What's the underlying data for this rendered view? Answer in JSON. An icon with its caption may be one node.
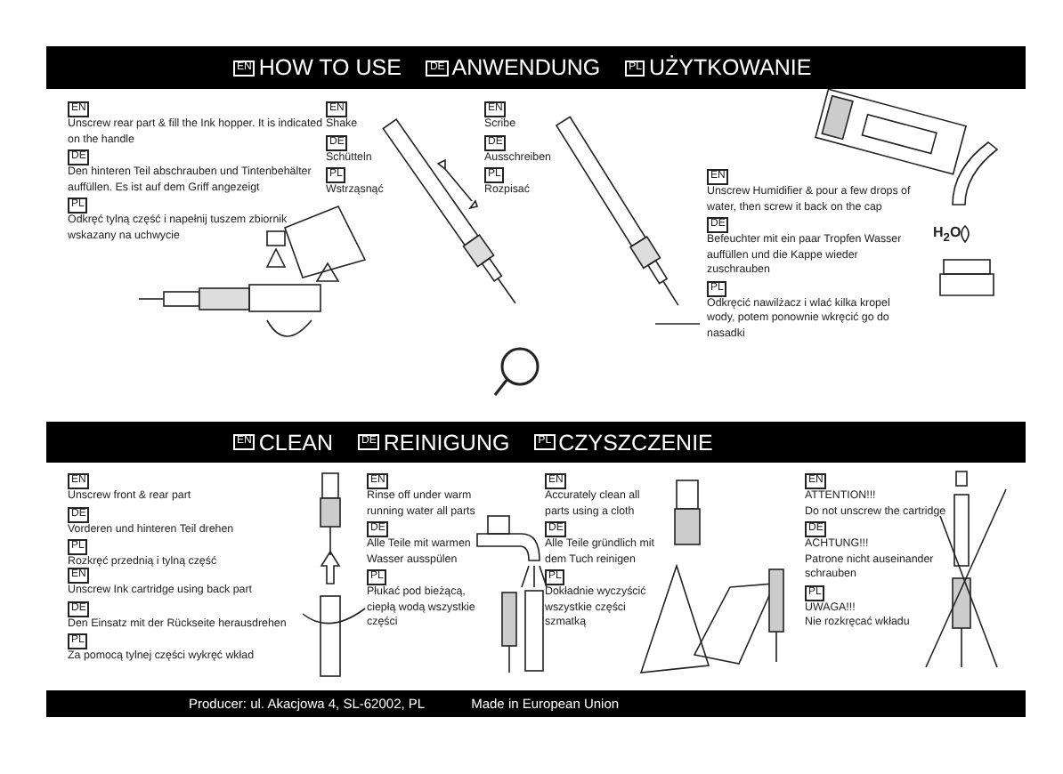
{
  "diagram": {
    "labels": [
      "EN",
      "HOW TO USE",
      "DE",
      "ANWENDUNG",
      "PL",
      "UŻYTKOWANIE",
      "EN",
      "Unscrew rear part & fill the Ink hopper. It is indicated on the handle",
      "DE",
      "Den hinteren Teil abschrauben und Tintenbehälter auffüllen. Es ist auf dem Griff angezeigt",
      "PL",
      "Odkręć tylną część i napełnij tuszem zbiornik wskazany na uchwycie",
      "EN",
      "Shake",
      "DE",
      "Schütteln",
      "PL",
      "Wstrząsnąć",
      "EN",
      "Scribe",
      "DE",
      "Ausschreiben",
      "PL",
      "Rozpisać",
      "EN",
      "Unscrew Humidifier & pour a few drops of water, then screw it back on the cap",
      "DE",
      "Befeuchter mit ein paar Tropfen Wasser auffüllen und die Kappe wieder zuschrauben",
      "PL",
      "Odkręcić nawilżacz i wlać kilka kropel wody, potem ponownie wkręcić go do nasadki",
      "H$_{2}$O",
      "EN",
      "CLEAN",
      "DE",
      "REINIGUNG",
      "PL",
      "CZYSZCZENIE",
      "EN",
      "Unscrew front & rear part",
      "DE",
      "Vorderen und hinteren Teil drehen",
      "PL",
      "Rozkręć przednią i tylną część",
      "EN",
      "Unscrew Ink cartridge using back part",
      "DE",
      "Den Einsatz mit der Rückseite herausdrehen",
      "PL",
      "Za pomocą tylnej części wykręć wkład",
      "EN",
      "Rinse off under warm running water all parts",
      "DE",
      "Alle Teile mit warmen Wasser ausspülen",
      "PL",
      "Płukać pod bieżącą, ciepłą wodą wszystkie części",
      "EN",
      "Accurately clean all parts using a cloth",
      "DE",
      "Alle Teile gründlich mit dem Tuch reinigen",
      "PL",
      "Dokładnie wyczyścić wszystkie części szmatką",
      "EN",
      "ATTENTION!!!",
      "Do not unscrew the cartridge",
      "DE",
      "ACHTUNG!!!",
      "Patrone nicht auseinander schrauben",
      "PL",
      "UWAGA!!!",
      "Nie rozkręcać wkładu",
      "Producer: ul. Akacjowa 4, SL-62002, PL",
      "Made in European Union"
    ]
  }
}
